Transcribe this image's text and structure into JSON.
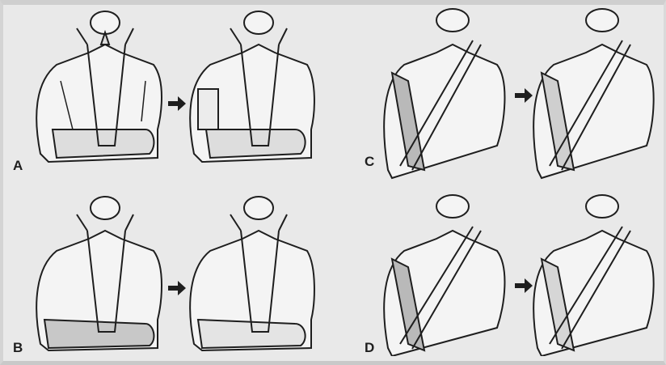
{
  "figure": {
    "colors": {
      "background": "#e9e9e9",
      "ink": "#1e1e1e",
      "skin": "#f4f4f4",
      "shade": "#b9b9b9"
    },
    "panels": [
      {
        "label": "A",
        "steps": [
          {
            "sling": "loop",
            "arm": "bent"
          },
          {
            "sling": "loop",
            "arm": "bent"
          }
        ]
      },
      {
        "label": "B",
        "steps": [
          {
            "sling": "loop",
            "arm": "bent"
          },
          {
            "sling": "loop",
            "arm": "bent"
          }
        ]
      },
      {
        "label": "C",
        "steps": [
          {
            "sling": "diagonal",
            "arm": "wrapped"
          },
          {
            "sling": "diagonal",
            "arm": "wrapped"
          }
        ]
      },
      {
        "label": "D",
        "steps": [
          {
            "sling": "diagonal",
            "arm": "wrapped"
          },
          {
            "sling": "diagonal",
            "arm": "wrapped"
          }
        ]
      }
    ],
    "arrow_icon": "arrow-right-icon"
  }
}
